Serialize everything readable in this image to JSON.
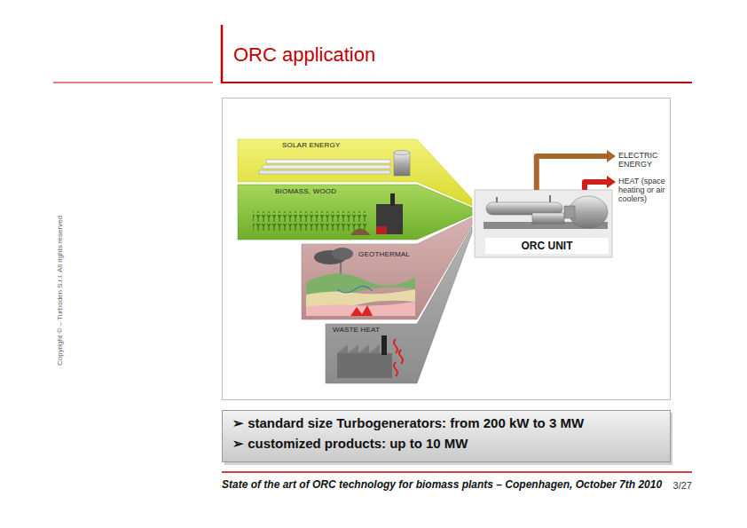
{
  "diagram": {
    "title": "ORC application",
    "nodes": [
      {
        "text": [
          "SOLAR ENERGY"
        ]
      },
      {
        "text": [
          "BIOMASS, WOOD"
        ]
      },
      {
        "text": [
          "GEOTHERMAL"
        ]
      },
      {
        "text": [
          "WASTE HEAT"
        ]
      },
      {
        "text": [
          "ORC UNIT"
        ]
      },
      {
        "text": [
          "ELECTRIC ENERGY"
        ]
      },
      {
        "text": [
          "HEAT (space heating or air coolers)"
        ]
      },
      {
        "text": [
          "➢ standard size Turbogenerators: from 200 kW to 3 MW",
          "➢ customized products: up to 10 MW"
        ]
      }
    ],
    "edges": [
      {
        "from": 4,
        "to": 5,
        "arrow": "to"
      },
      {
        "from": 4,
        "to": 6,
        "arrow": "to"
      }
    ],
    "labels": [
      "Copyright © – Turboden S.r.l. All rights reserved",
      "State of the art of ORC technology for biomass plants – Copenhagen, October 7th 2010",
      "3/27"
    ]
  }
}
